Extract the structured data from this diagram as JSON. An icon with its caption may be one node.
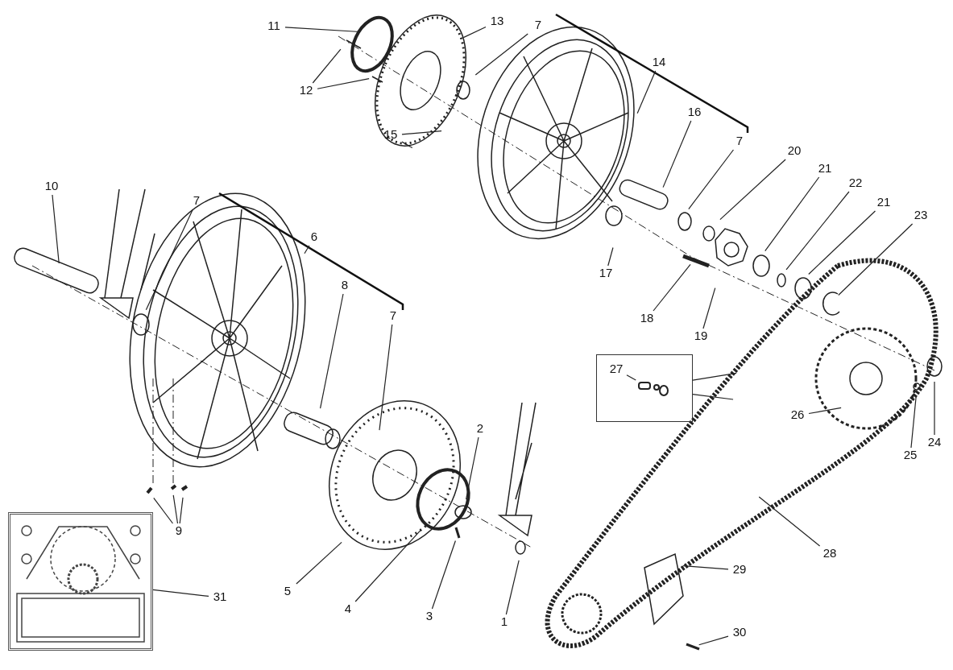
{
  "diagram": {
    "nodes": [
      {
        "text": [
          "11"
        ]
      },
      {
        "text": [
          "13"
        ]
      },
      {
        "text": [
          "7"
        ]
      },
      {
        "text": [
          "12"
        ]
      },
      {
        "text": [
          "14"
        ]
      },
      {
        "text": [
          "15"
        ]
      },
      {
        "text": [
          "16"
        ]
      },
      {
        "text": [
          "7"
        ]
      },
      {
        "text": [
          "20"
        ]
      },
      {
        "text": [
          "21"
        ]
      },
      {
        "text": [
          "22"
        ]
      },
      {
        "text": [
          "21"
        ]
      },
      {
        "text": [
          "23"
        ]
      },
      {
        "text": [
          "10"
        ]
      },
      {
        "text": [
          "7"
        ]
      },
      {
        "text": [
          "6"
        ]
      },
      {
        "text": [
          "8"
        ]
      },
      {
        "text": [
          "17"
        ]
      },
      {
        "text": [
          "7"
        ]
      },
      {
        "text": [
          "18"
        ]
      },
      {
        "text": [
          "19"
        ]
      },
      {
        "text": [],
        "shape": "box"
      },
      {
        "text": [
          "27"
        ],
        "in": 21
      },
      {
        "text": [
          "26"
        ]
      },
      {
        "text": [
          "24"
        ]
      },
      {
        "text": [
          "25"
        ]
      },
      {
        "text": [
          "2"
        ]
      },
      {
        "text": [
          "9"
        ]
      },
      {
        "text": [],
        "shape": "picture"
      },
      {
        "text": [
          "28"
        ]
      },
      {
        "text": [
          "29"
        ]
      },
      {
        "text": [
          "5"
        ]
      },
      {
        "text": [
          "4"
        ]
      },
      {
        "text": [
          "3"
        ]
      },
      {
        "text": [
          "1"
        ]
      },
      {
        "text": [
          "31"
        ]
      },
      {
        "text": [
          "30"
        ]
      }
    ],
    "edges": [
      {
        "from": 0,
        "to": null,
        "arrow": "none"
      },
      {
        "from": 1,
        "to": null,
        "arrow": "none"
      },
      {
        "from": 2,
        "to": null,
        "arrow": "none"
      },
      {
        "from": 3,
        "to": null,
        "arrow": "none"
      },
      {
        "from": 3,
        "to": null,
        "arrow": "none"
      },
      {
        "from": 4,
        "to": null,
        "arrow": "none"
      },
      {
        "from": 5,
        "to": null,
        "arrow": "none"
      },
      {
        "from": 5,
        "to": null,
        "arrow": "none"
      },
      {
        "from": 6,
        "to": null,
        "arrow": "none"
      },
      {
        "from": 7,
        "to": null,
        "arrow": "none"
      },
      {
        "from": 8,
        "to": null,
        "arrow": "none"
      },
      {
        "from": 9,
        "to": null,
        "arrow": "none"
      },
      {
        "from": 10,
        "to": null,
        "arrow": "none"
      },
      {
        "from": 11,
        "to": null,
        "arrow": "none"
      },
      {
        "from": 12,
        "to": null,
        "arrow": "none"
      },
      {
        "from": 13,
        "to": null,
        "arrow": "none"
      },
      {
        "from": 14,
        "to": null,
        "arrow": "none"
      },
      {
        "from": 15,
        "to": null,
        "arrow": "none"
      },
      {
        "from": 16,
        "to": null,
        "arrow": "none"
      },
      {
        "from": 17,
        "to": null,
        "arrow": "none"
      },
      {
        "from": 18,
        "to": null,
        "arrow": "none"
      },
      {
        "from": 19,
        "to": null,
        "arrow": "none"
      },
      {
        "from": 20,
        "to": null,
        "arrow": "none"
      },
      {
        "from": 21,
        "to": null,
        "arrow": "none"
      },
      {
        "from": 21,
        "to": null,
        "arrow": "none"
      },
      {
        "from": 22,
        "to": null,
        "arrow": "none"
      },
      {
        "from": 23,
        "to": null,
        "arrow": "none"
      },
      {
        "from": 24,
        "to": null,
        "arrow": "none"
      },
      {
        "from": 25,
        "to": null,
        "arrow": "none"
      },
      {
        "from": 26,
        "to": null,
        "arrow": "none"
      },
      {
        "from": 27,
        "to": null,
        "arrow": "none"
      },
      {
        "from": 27,
        "to": null,
        "arrow": "none"
      },
      {
        "from": 27,
        "to": null,
        "arrow": "none"
      },
      {
        "from": 29,
        "to": null,
        "arrow": "none"
      },
      {
        "from": 30,
        "to": null,
        "arrow": "none"
      },
      {
        "from": 31,
        "to": null,
        "arrow": "none"
      },
      {
        "from": 32,
        "to": null,
        "arrow": "none"
      },
      {
        "from": 33,
        "to": null,
        "arrow": "none"
      },
      {
        "from": 34,
        "to": null,
        "arrow": "none"
      },
      {
        "from": 35,
        "to": 28,
        "arrow": "none"
      },
      {
        "from": 36,
        "to": null,
        "arrow": "none"
      }
    ]
  }
}
